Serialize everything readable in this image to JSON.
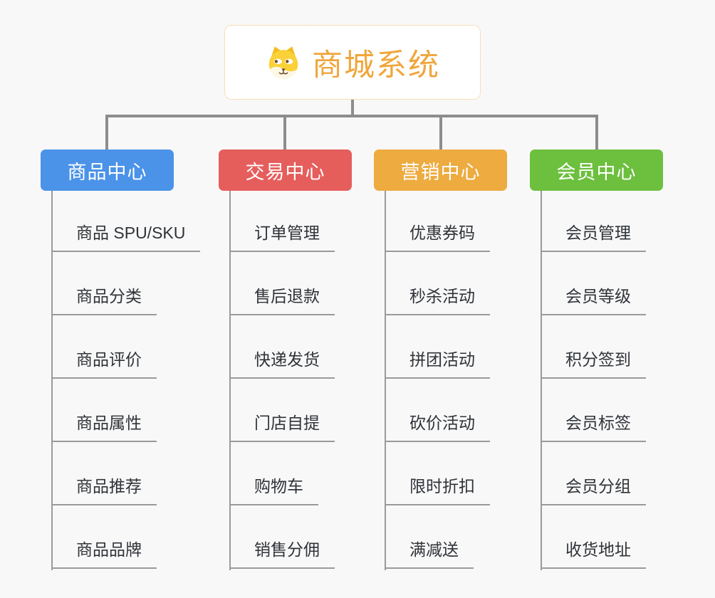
{
  "canvas": {
    "background": "#f8f8f8",
    "connector_color": "#8d8d8d",
    "leaf_line_color": "#9a9a9a"
  },
  "root": {
    "title": "商城系统",
    "title_color": "#f0a63c",
    "border_color": "#f2bd6e",
    "icon": "doge-face-icon"
  },
  "branches": [
    {
      "label": "商品中心",
      "color": "#4b93e8",
      "children": [
        "商品 SPU/SKU",
        "商品分类",
        "商品评价",
        "商品属性",
        "商品推荐",
        "商品品牌"
      ]
    },
    {
      "label": "交易中心",
      "color": "#e55e5c",
      "children": [
        "订单管理",
        "售后退款",
        "快递发货",
        "门店自提",
        "购物车",
        "销售分佣"
      ]
    },
    {
      "label": "营销中心",
      "color": "#edab40",
      "children": [
        "优惠券码",
        "秒杀活动",
        "拼团活动",
        "砍价活动",
        "限时折扣",
        "满减送"
      ]
    },
    {
      "label": "会员中心",
      "color": "#6dbf3e",
      "children": [
        "会员管理",
        "会员等级",
        "积分签到",
        "会员标签",
        "会员分组",
        "收货地址"
      ]
    }
  ]
}
